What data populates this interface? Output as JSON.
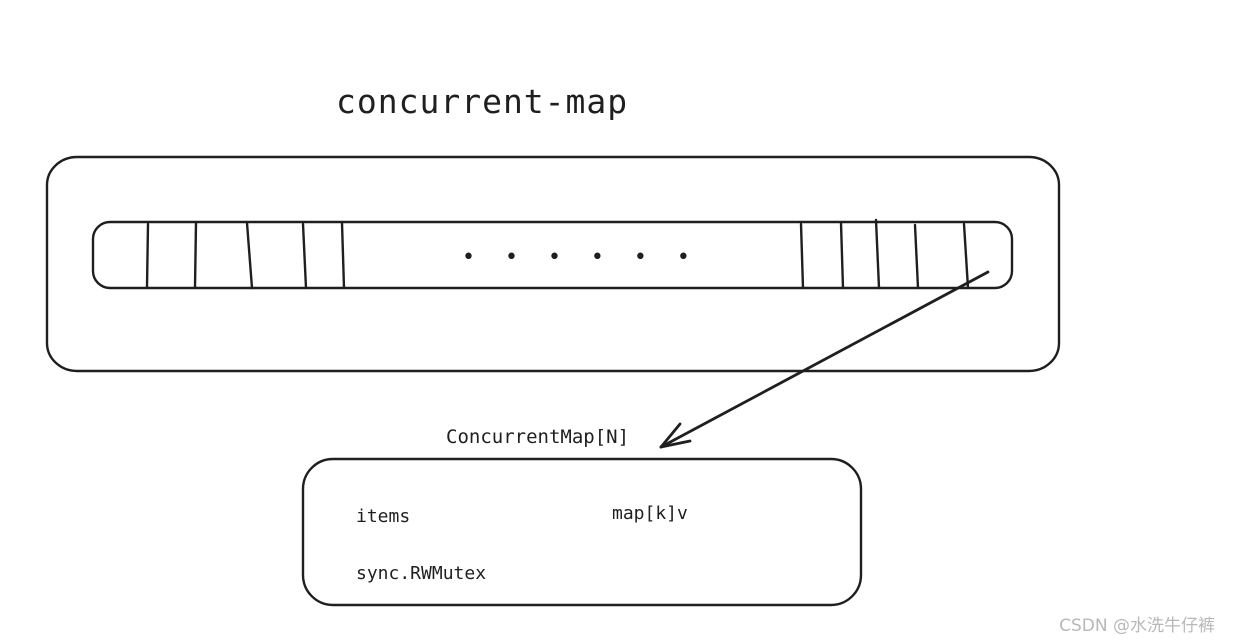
{
  "title": {
    "text": "concurrent-map"
  },
  "array_diagram": {
    "description": "segmented shard array inside container box",
    "ellipsis": "••••••",
    "left_divider_count": 5,
    "right_divider_count": 5
  },
  "struct": {
    "type_label": "ConcurrentMap[N]",
    "fields": [
      {
        "name": "items",
        "type": "map[k]v"
      },
      {
        "name": "sync.RWMutex",
        "type": ""
      }
    ]
  },
  "watermark": {
    "text": "CSDN @水洗牛仔裤"
  },
  "colors": {
    "ink": "#1f1f1f",
    "watermark_gray": "#b8b8b8",
    "background": "#ffffff"
  }
}
